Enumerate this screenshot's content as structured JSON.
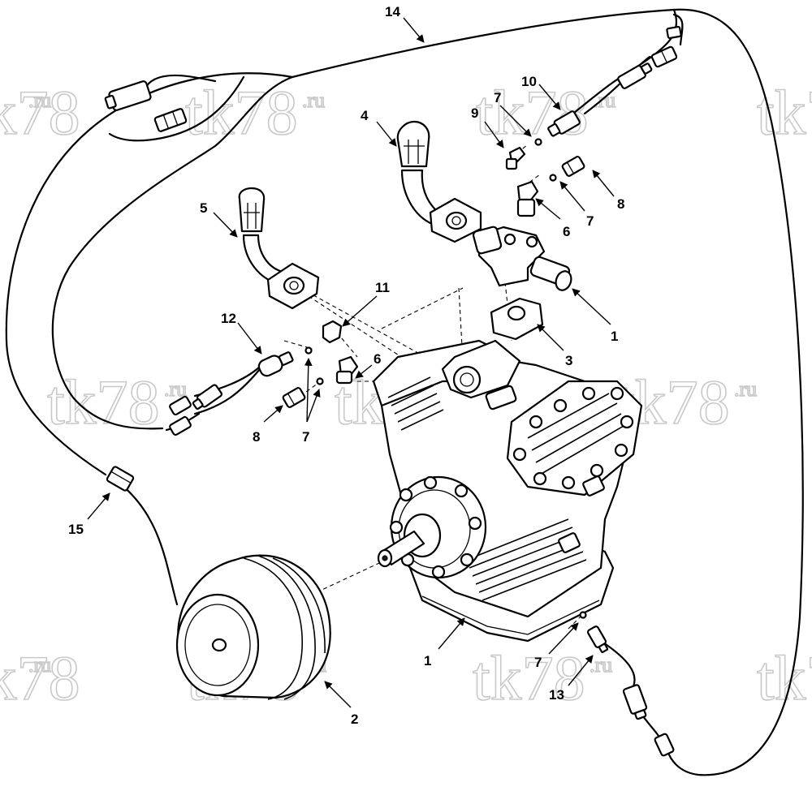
{
  "watermark": {
    "text": "tk78",
    "suffix": ".ru"
  },
  "callouts": {
    "c1_top": "1",
    "c1_bottom": "1",
    "c2": "2",
    "c3": "3",
    "c4": "4",
    "c5": "5",
    "c6_right": "6",
    "c6_left": "6",
    "c7_top": "7",
    "c7_right": "7",
    "c7_left": "7",
    "c7_bottom": "7",
    "c8_right": "8",
    "c8_left": "8",
    "c9": "9",
    "c10": "10",
    "c11": "11",
    "c12": "12",
    "c13": "13",
    "c14": "14",
    "c15": "15"
  }
}
